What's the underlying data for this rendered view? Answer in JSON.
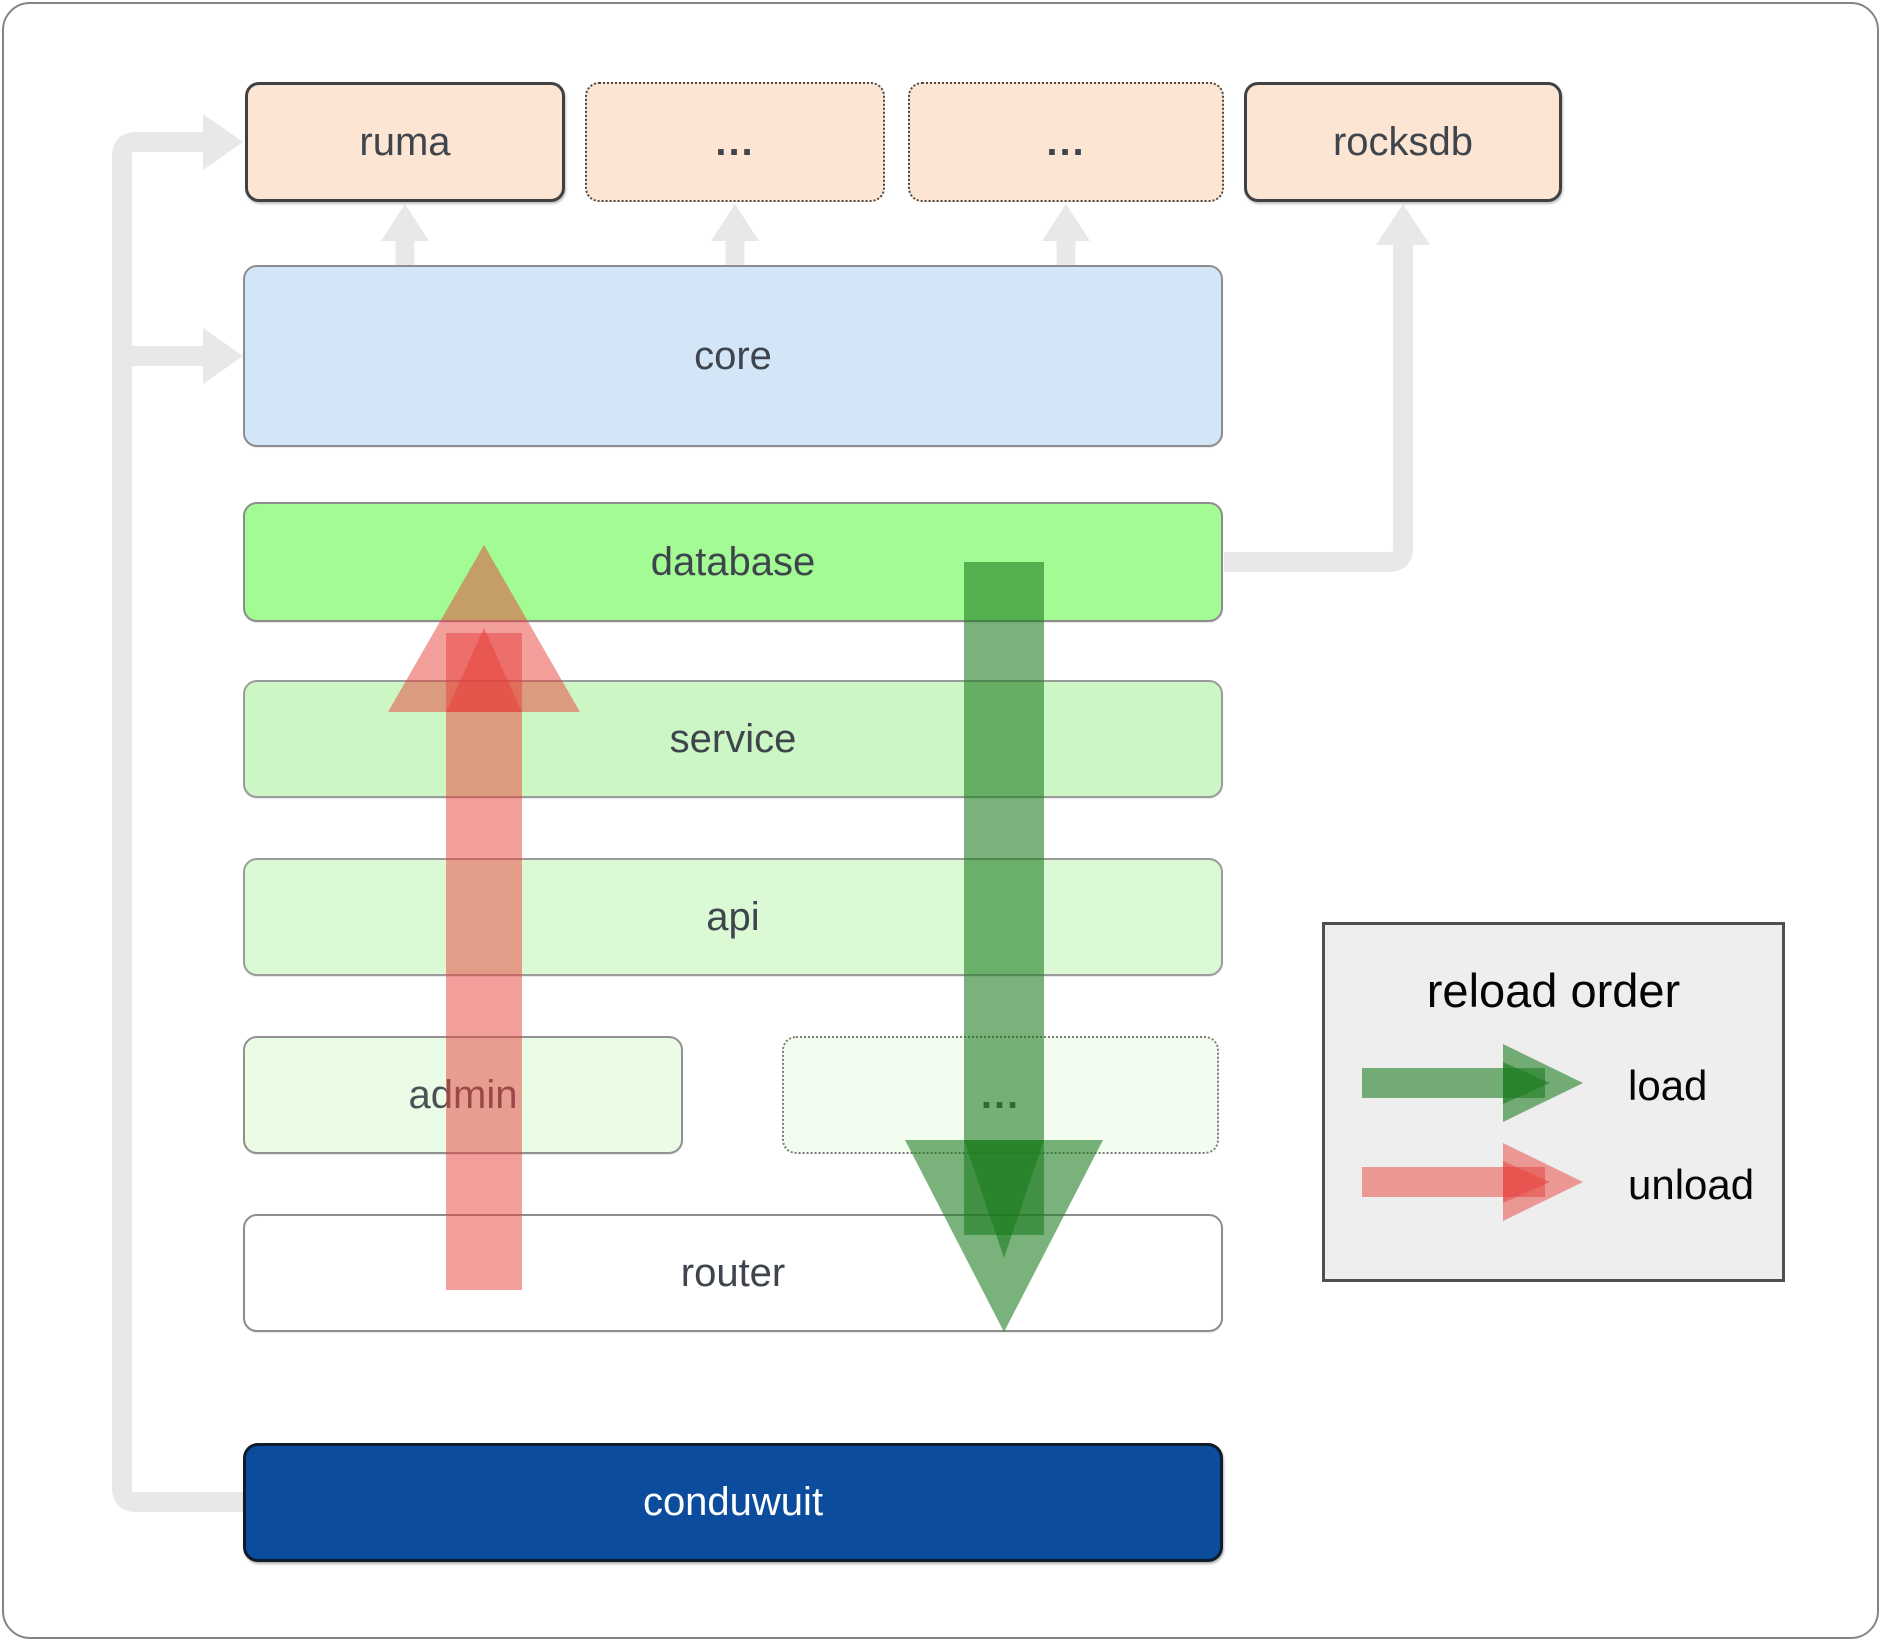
{
  "nodes": {
    "ruma": {
      "label": "ruma"
    },
    "dots1": {
      "label": "..."
    },
    "dots2": {
      "label": "..."
    },
    "rocksdb": {
      "label": "rocksdb"
    },
    "core": {
      "label": "core"
    },
    "database": {
      "label": "database"
    },
    "service": {
      "label": "service"
    },
    "api": {
      "label": "api"
    },
    "admin": {
      "label": "admin"
    },
    "dots3": {
      "label": "..."
    },
    "router": {
      "label": "router"
    },
    "conduwuit": {
      "label": "conduwuit"
    }
  },
  "legend": {
    "title": "reload order",
    "items": [
      {
        "label": "load",
        "color": "#1a7a1e"
      },
      {
        "label": "unload",
        "color": "#e8403a"
      }
    ]
  },
  "colors": {
    "load_green": "#1a7a1e",
    "unload_red": "#e8403a",
    "connector_gray": "#e8e8e8",
    "dependency_peach": "#fce5d3",
    "core_blue": "#d3e6f8",
    "database_green": "#a2fb93",
    "service_green": "#ccf6c4",
    "api_green": "#dcf9d5",
    "admin_green": "#eafbe6",
    "conduwuit_blue": "#0b4c9d",
    "legend_bg": "#eeeeee"
  }
}
